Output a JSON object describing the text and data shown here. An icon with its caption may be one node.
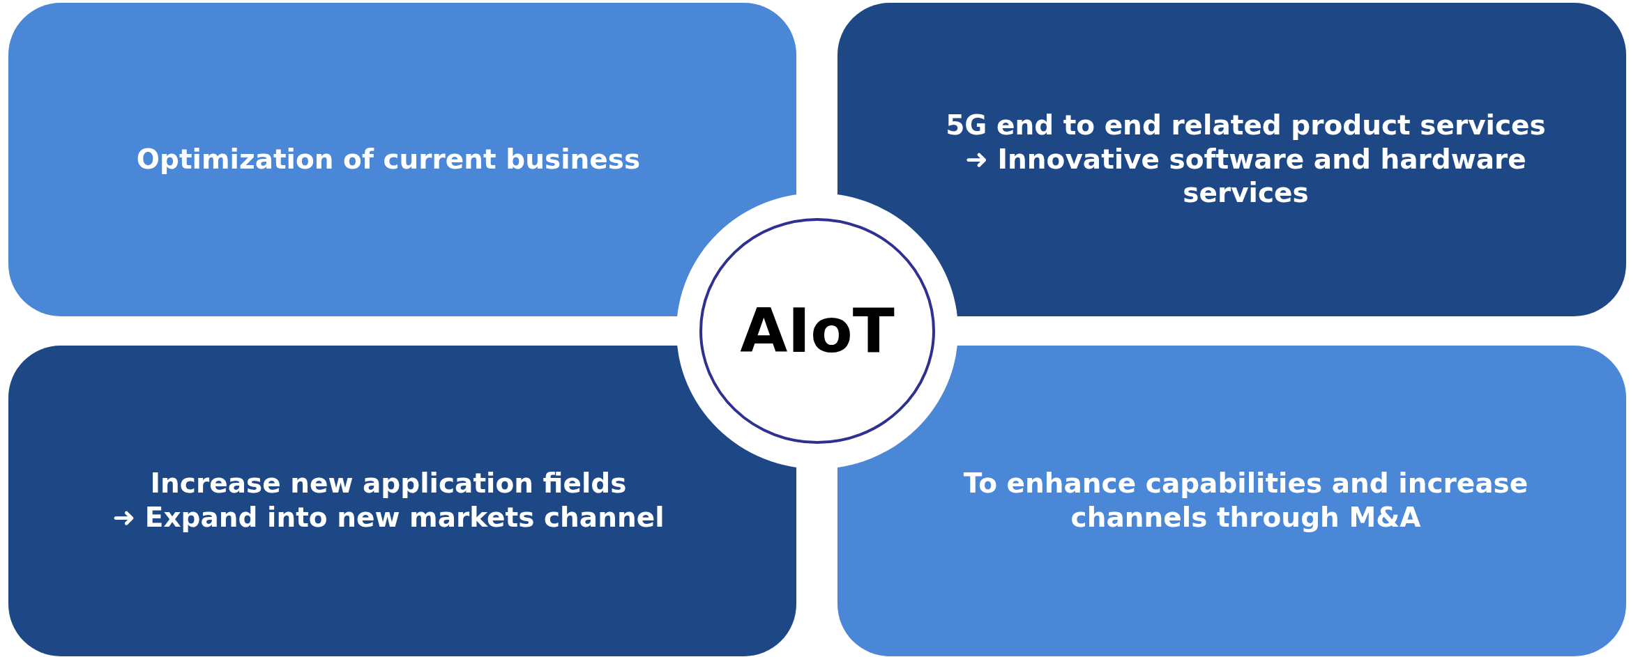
{
  "diagram": {
    "nodes": [
      {
        "text": [
          "Optimization of current business"
        ]
      },
      {
        "text": [
          "5G end to end related product services",
          "➜ Innovative software and hardware services"
        ]
      },
      {
        "text": [
          "AIoT"
        ]
      },
      {
        "text": [
          "Increase new application fields",
          "➜ Expand into new markets channel"
        ]
      },
      {
        "text": [
          "To enhance capabilities and increase channels through M&A"
        ]
      }
    ]
  }
}
